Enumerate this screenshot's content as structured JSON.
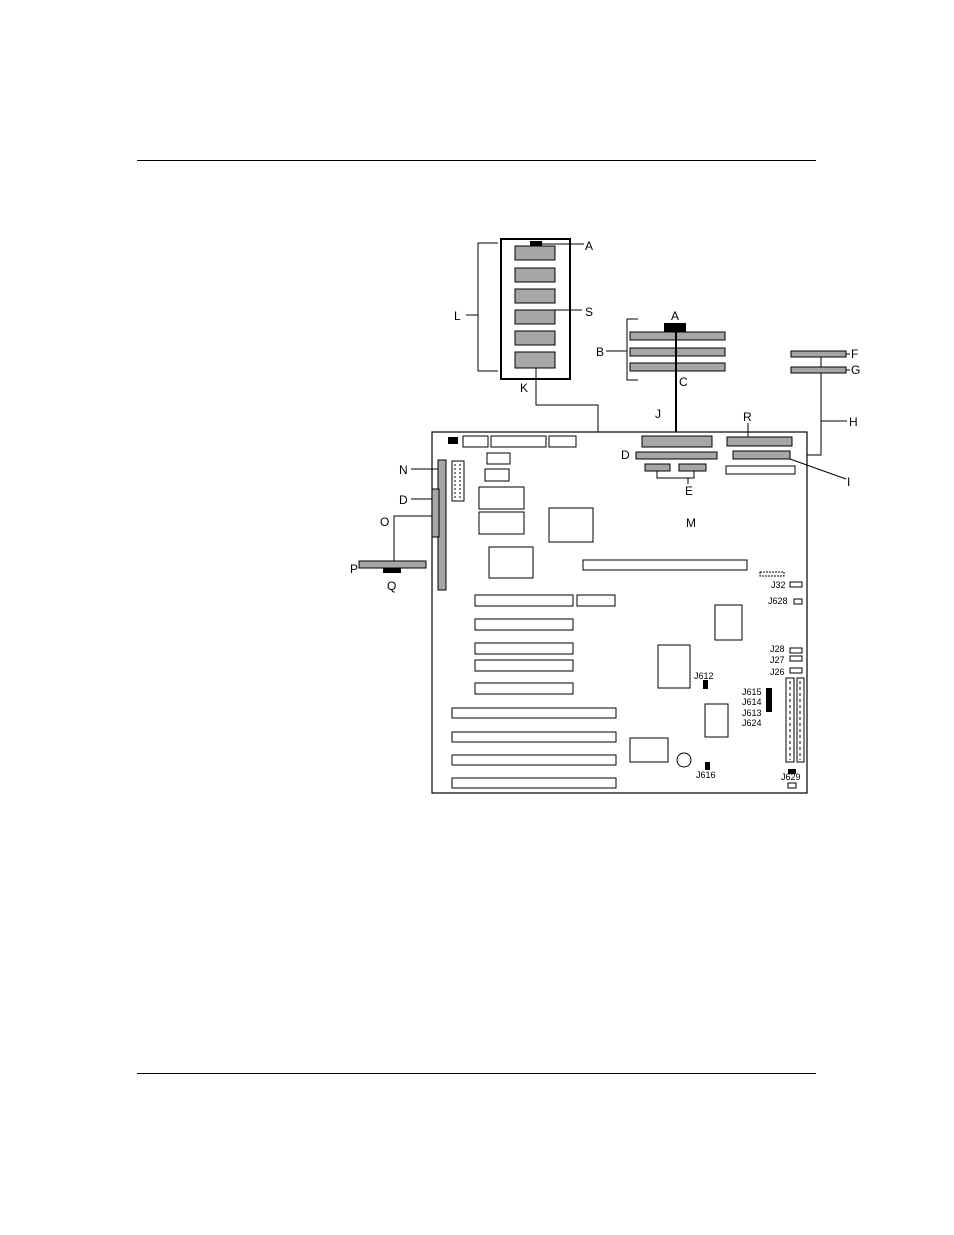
{
  "callouts": {
    "A1": "A",
    "A2": "A",
    "S": "S",
    "L": "L",
    "B": "B",
    "C": "C",
    "K": "K",
    "F": "F",
    "G": "G",
    "H": "H",
    "J": "J",
    "R": "R",
    "D1": "D",
    "D2": "D",
    "I": "I",
    "E": "E",
    "M": "M",
    "N": "N",
    "O": "O",
    "P": "P",
    "Q": "Q"
  },
  "jumpers": {
    "j32": "J32",
    "j628": "J628",
    "j28": "J28",
    "j27": "J27",
    "j26": "J26",
    "j612": "J612",
    "j615": "J615",
    "j614": "J614",
    "j613": "J613",
    "j624": "J624",
    "j616": "J616",
    "j629": "J629"
  },
  "colors": {
    "part_fill": "#a6a6a6",
    "line": "#000000"
  }
}
